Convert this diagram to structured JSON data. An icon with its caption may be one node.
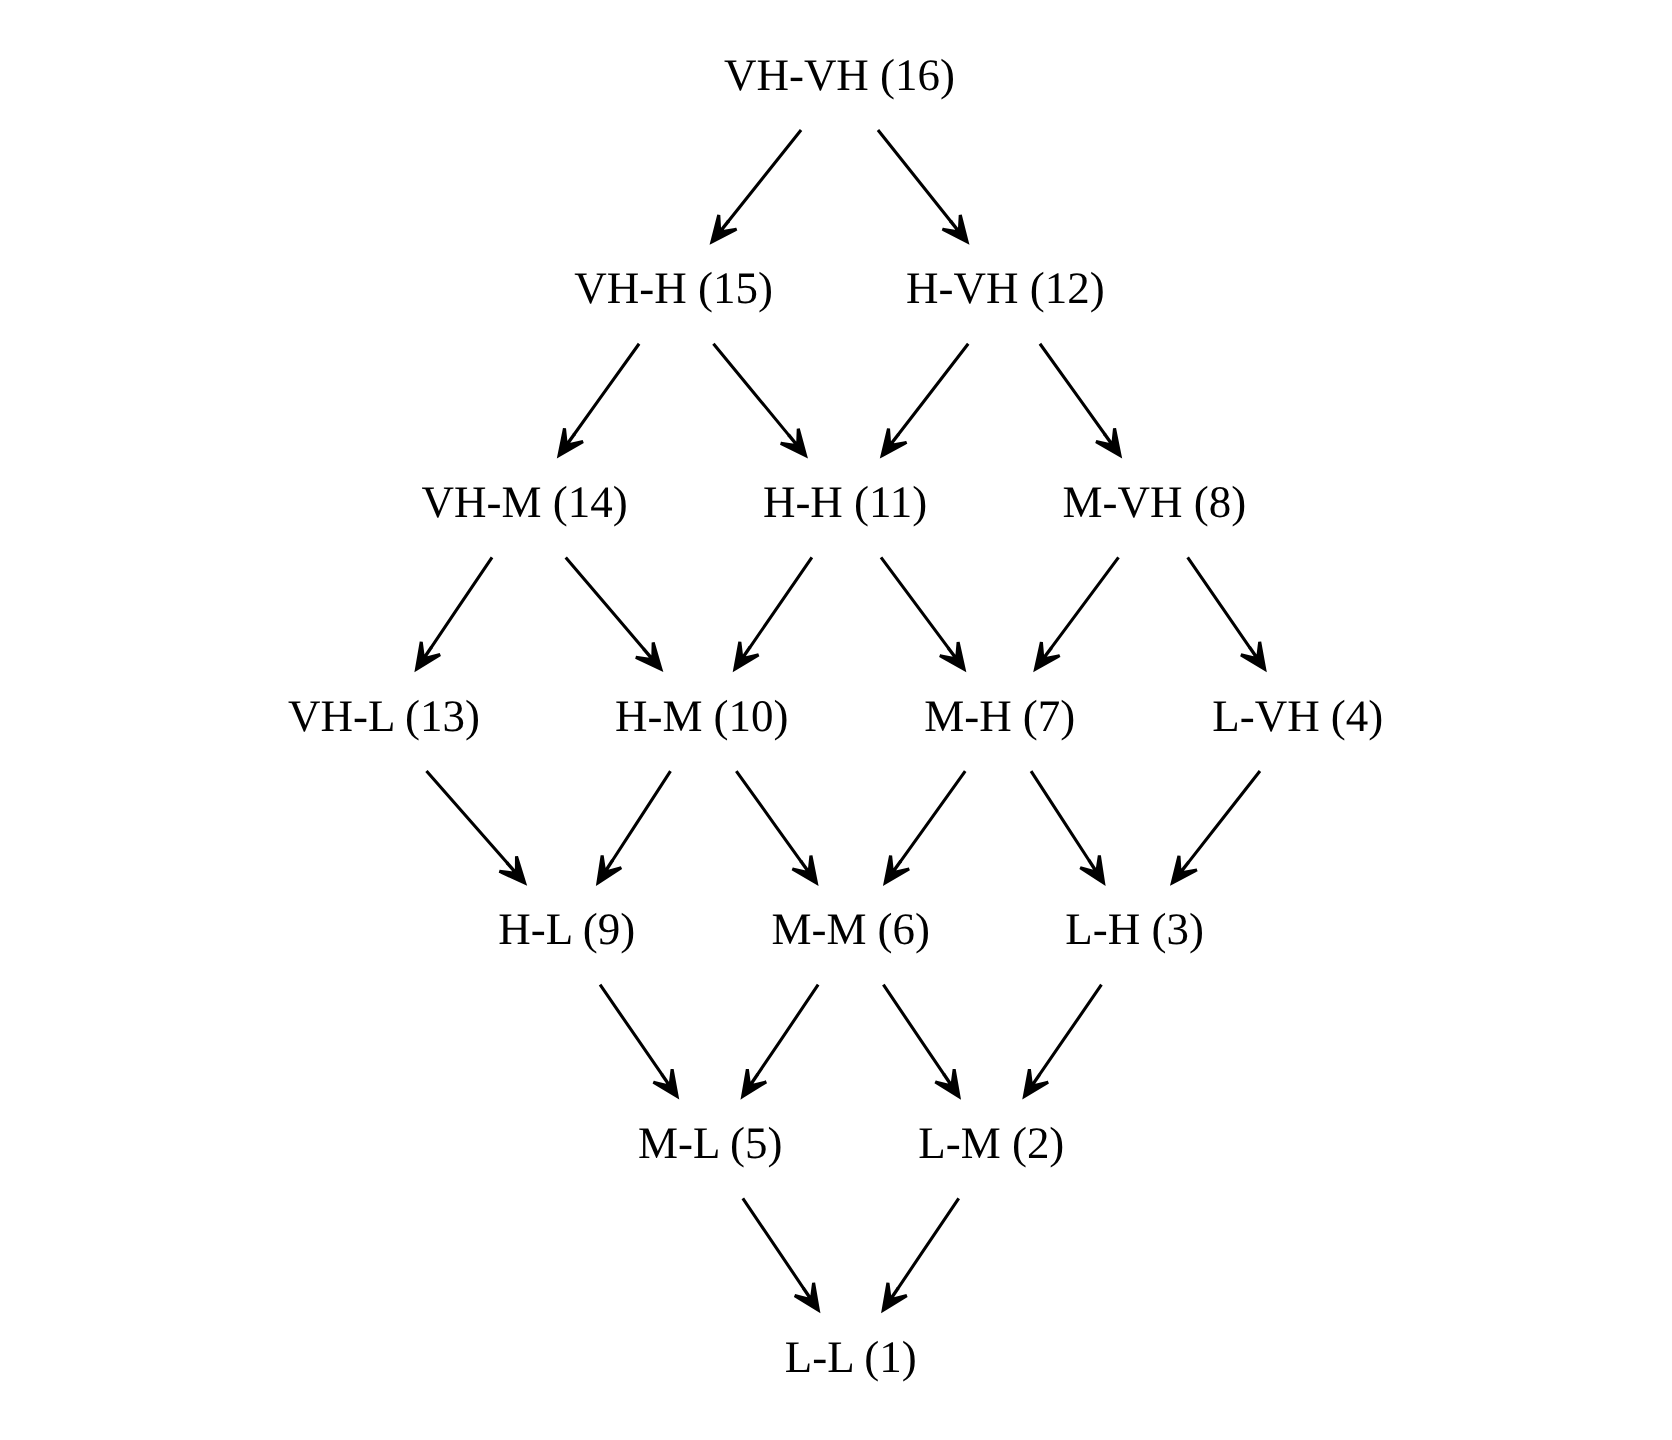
{
  "diagram": {
    "nodes": [
      {
        "text": [
          "VH-VH (16)"
        ]
      },
      {
        "text": [
          "VH-H (15)"
        ]
      },
      {
        "text": [
          "H-VH (12)"
        ]
      },
      {
        "text": [
          "VH-M (14)"
        ]
      },
      {
        "text": [
          "H-H (11)"
        ]
      },
      {
        "text": [
          "M-VH (8)"
        ]
      },
      {
        "text": [
          "VH-L (13)"
        ]
      },
      {
        "text": [
          "H-M (10)"
        ]
      },
      {
        "text": [
          "M-H (7)"
        ]
      },
      {
        "text": [
          "L-VH (4)"
        ]
      },
      {
        "text": [
          "H-L (9)"
        ]
      },
      {
        "text": [
          "M-M (6)"
        ]
      },
      {
        "text": [
          "L-H (3)"
        ]
      },
      {
        "text": [
          "M-L (5)"
        ]
      },
      {
        "text": [
          "L-M (2)"
        ]
      },
      {
        "text": [
          "L-L (1)"
        ]
      }
    ],
    "edges": [
      {
        "from": 0,
        "to": 1,
        "arrow": "to"
      },
      {
        "from": 0,
        "to": 2,
        "arrow": "to"
      },
      {
        "from": 1,
        "to": 3,
        "arrow": "to"
      },
      {
        "from": 1,
        "to": 4,
        "arrow": "to"
      },
      {
        "from": 2,
        "to": 4,
        "arrow": "to"
      },
      {
        "from": 2,
        "to": 5,
        "arrow": "to"
      },
      {
        "from": 3,
        "to": 6,
        "arrow": "to"
      },
      {
        "from": 3,
        "to": 7,
        "arrow": "to"
      },
      {
        "from": 4,
        "to": 7,
        "arrow": "to"
      },
      {
        "from": 4,
        "to": 8,
        "arrow": "to"
      },
      {
        "from": 5,
        "to": 8,
        "arrow": "to"
      },
      {
        "from": 5,
        "to": 9,
        "arrow": "to"
      },
      {
        "from": 6,
        "to": 10,
        "arrow": "to"
      },
      {
        "from": 7,
        "to": 10,
        "arrow": "to"
      },
      {
        "from": 7,
        "to": 11,
        "arrow": "to"
      },
      {
        "from": 8,
        "to": 11,
        "arrow": "to"
      },
      {
        "from": 8,
        "to": 12,
        "arrow": "to"
      },
      {
        "from": 9,
        "to": 12,
        "arrow": "to"
      },
      {
        "from": 10,
        "to": 13,
        "arrow": "to"
      },
      {
        "from": 11,
        "to": 13,
        "arrow": "to"
      },
      {
        "from": 11,
        "to": 14,
        "arrow": "to"
      },
      {
        "from": 12,
        "to": 14,
        "arrow": "to"
      },
      {
        "from": 13,
        "to": 15,
        "arrow": "to"
      },
      {
        "from": 14,
        "to": 15,
        "arrow": "to"
      }
    ]
  }
}
